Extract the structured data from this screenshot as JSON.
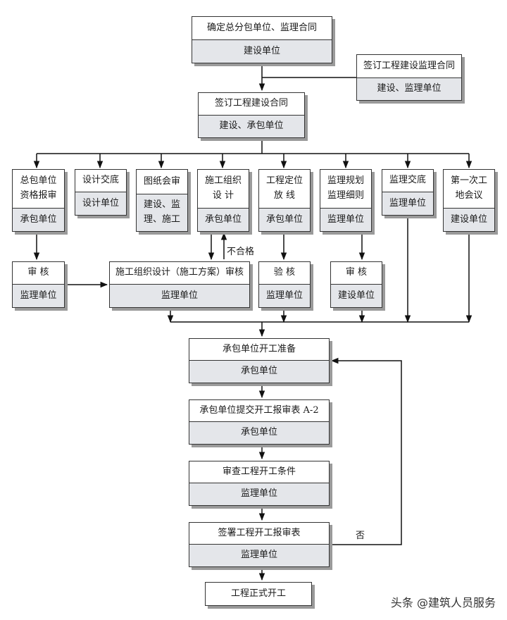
{
  "nodes": {
    "confirm_contractor": {
      "title": "确定总分包单位、监理合同",
      "sub": "建设单位"
    },
    "sign_supervision": {
      "title": "签订工程建设监理合同",
      "sub": "建设、监理单位"
    },
    "sign_construction": {
      "title": "签订工程建设合同",
      "sub": "建设、承包单位"
    },
    "qualification": {
      "title": "总包单位\n资格报审",
      "sub": "承包单位"
    },
    "design_disclosure": {
      "title": "设计交底",
      "sub": "设计单位"
    },
    "drawing_review": {
      "title": "图纸会审",
      "sub": "建设、监\n理、施工"
    },
    "construction_design": {
      "title": "施工组织\n设    计",
      "sub": "承包单位"
    },
    "positioning": {
      "title": "工程定位\n放    线",
      "sub": "承包单位"
    },
    "supervision_plan": {
      "title": "监理规划\n监理细则",
      "sub": "监理单位"
    },
    "supervision_disclosure": {
      "title": "监理交底",
      "sub": "监理单位"
    },
    "first_meeting": {
      "title": "第一次工\n地会议",
      "sub": "建设单位"
    },
    "review_1": {
      "title": "审    核",
      "sub": "监理单位"
    },
    "design_review": {
      "title": "施工组织设计（施工方案）审核",
      "sub": "监理单位"
    },
    "check": {
      "title": "验    核",
      "sub": "监理单位"
    },
    "review_2": {
      "title": "审    核",
      "sub": "建设单位"
    },
    "prep": {
      "title": "承包单位开工准备",
      "sub": "承包单位"
    },
    "submit_a2": {
      "title": "承包单位提交开工报审表 A-2",
      "sub": "承包单位"
    },
    "check_conditions": {
      "title": "审查工程开工条件",
      "sub": "监理单位"
    },
    "sign_report": {
      "title": "签署工程开工报审表",
      "sub": "监理单位"
    },
    "start": {
      "title": "工程正式开工"
    }
  },
  "labels": {
    "fail": "不合格",
    "no": "否"
  },
  "watermark": "头条 @建筑人员服务"
}
